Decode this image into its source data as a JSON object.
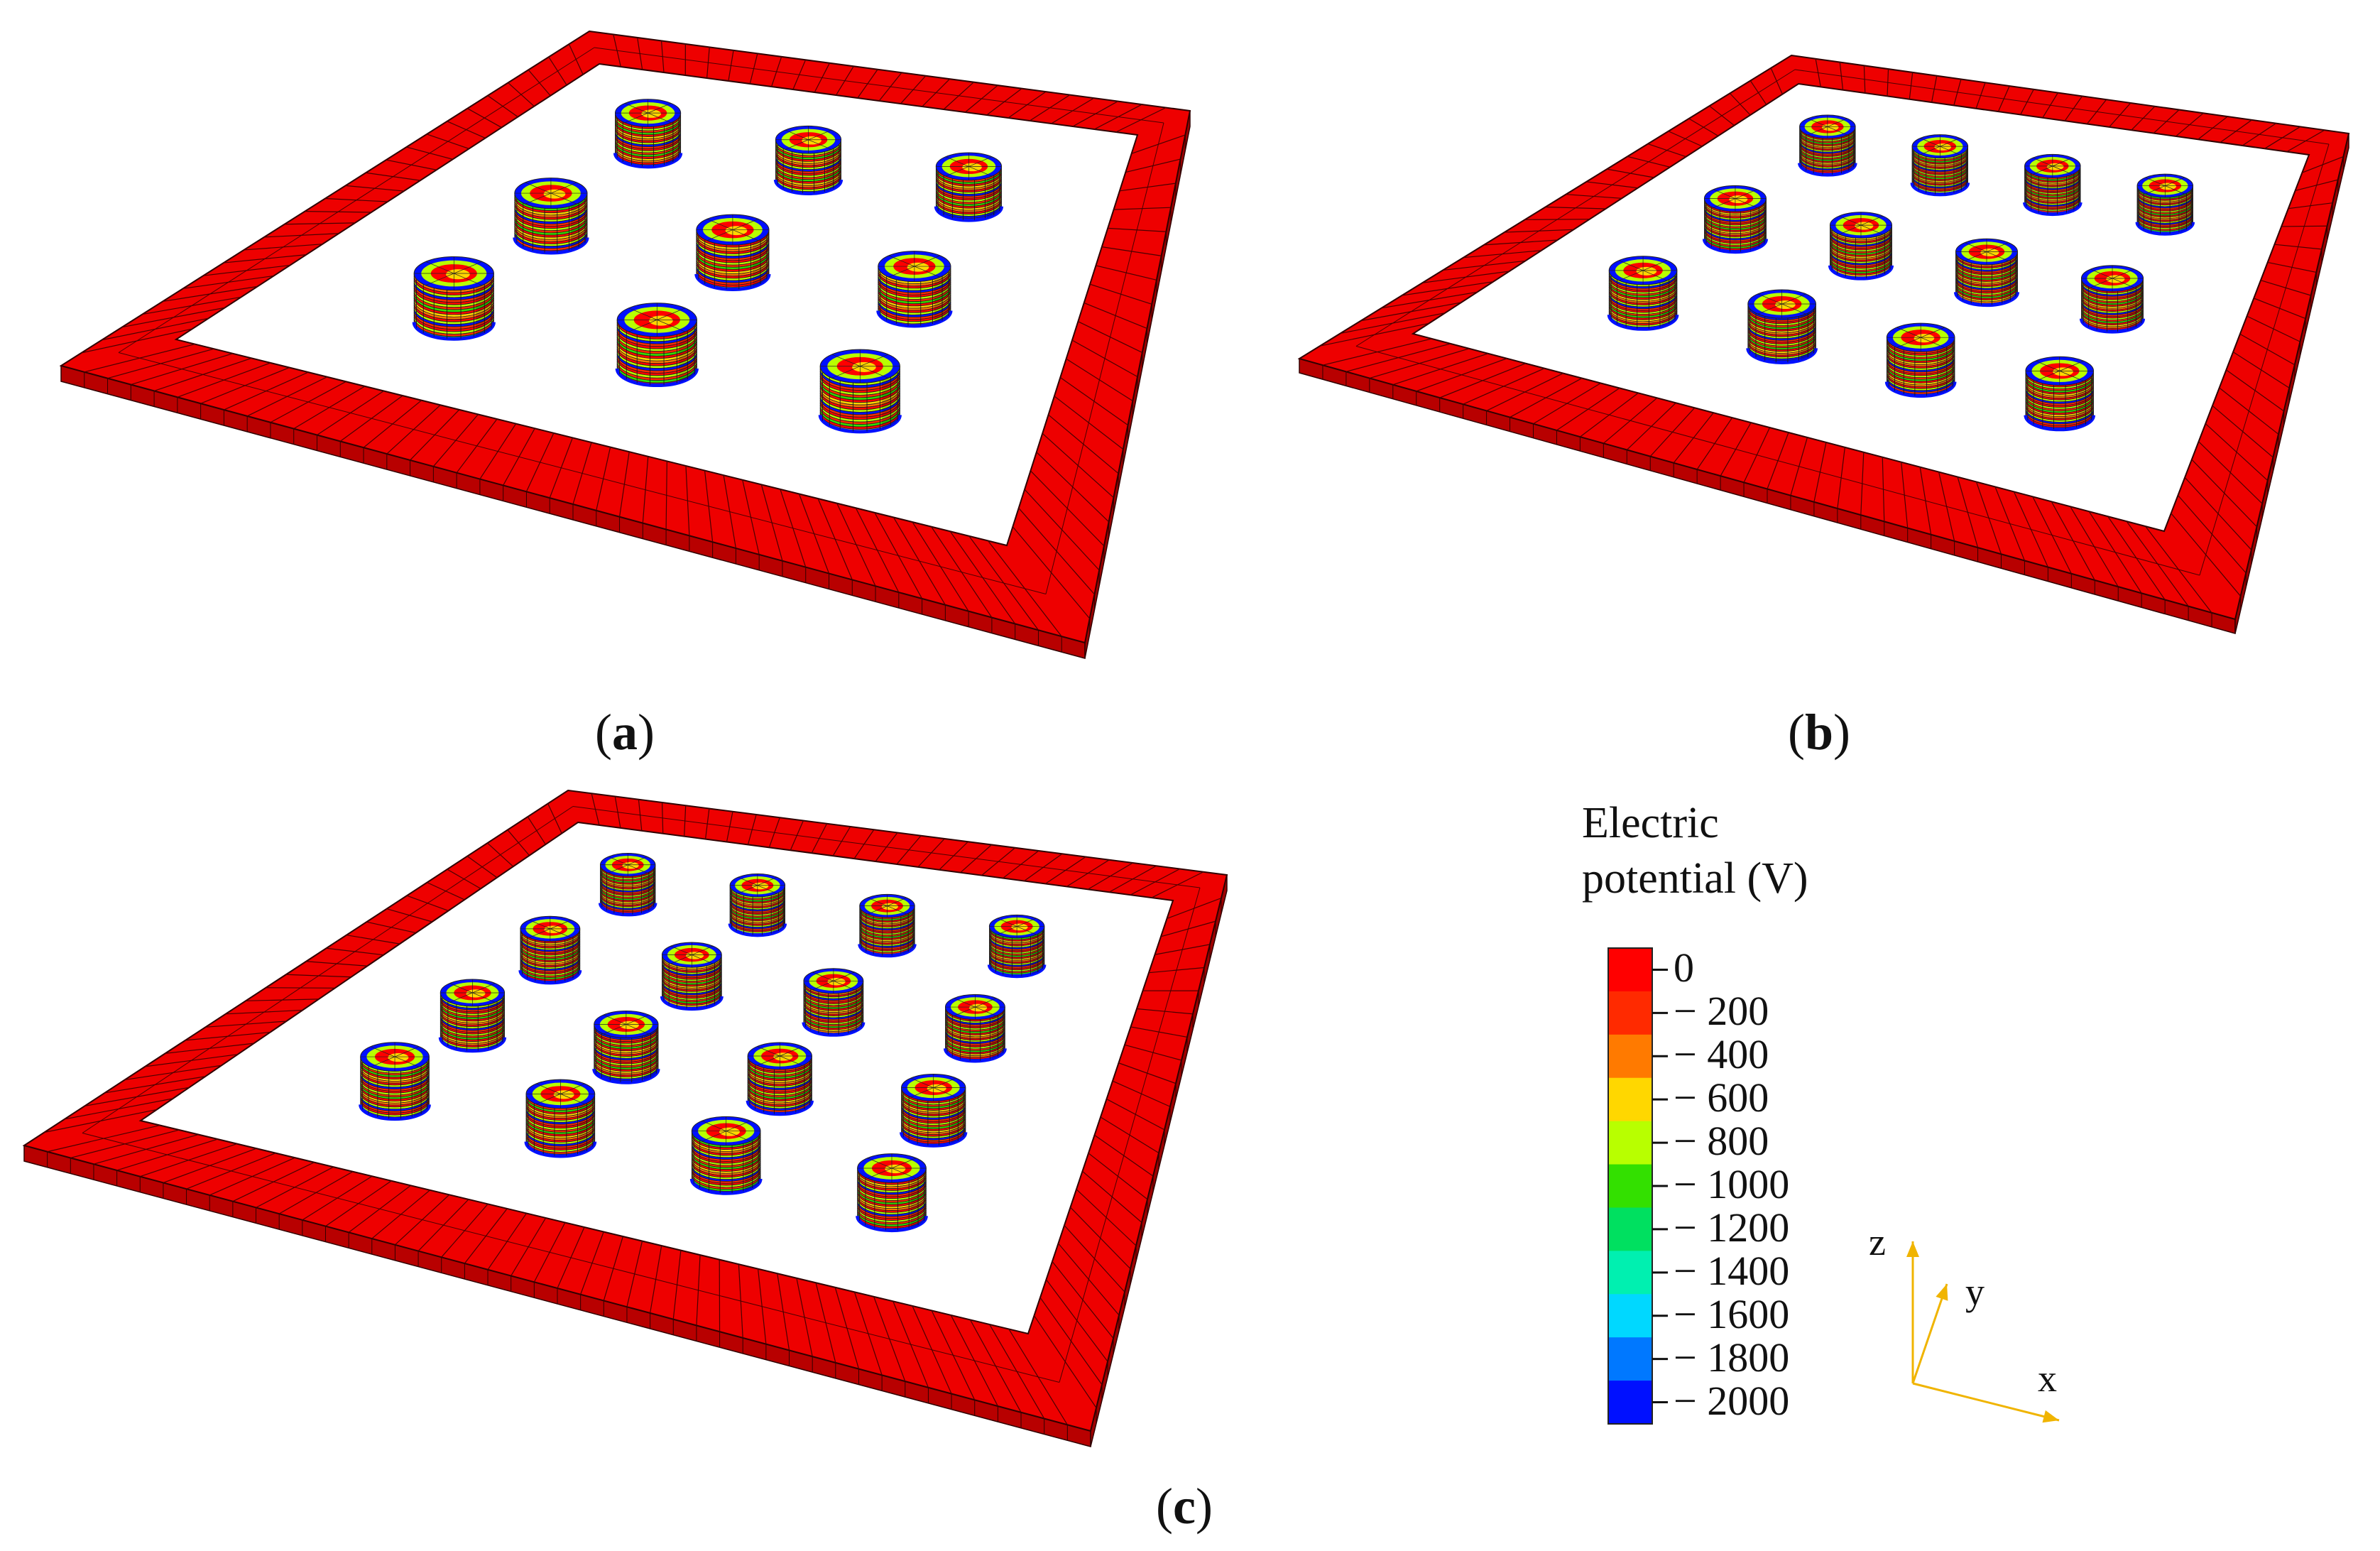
{
  "panels": [
    {
      "id": "a",
      "label": "a",
      "rows": 3,
      "cols": 3
    },
    {
      "id": "b",
      "label": "b",
      "rows": 3,
      "cols": 4
    },
    {
      "id": "c",
      "label": "c",
      "rows": 4,
      "cols": 4
    }
  ],
  "legend": {
    "title_line1": "Electric",
    "title_line2": "potential (V)",
    "ticks": [
      "0",
      "− 200",
      "− 400",
      "− 600",
      "− 800",
      "− 1000",
      "− 1200",
      "− 1400",
      "− 1600",
      "− 1800",
      "− 2000"
    ],
    "colors": [
      "#ff0000",
      "#ff2a00",
      "#ff7a00",
      "#ffd700",
      "#b8ff00",
      "#33e000",
      "#00e060",
      "#00f0b0",
      "#00d8ff",
      "#0078ff",
      "#0010ff"
    ]
  },
  "axes": {
    "x": "x",
    "y": "y",
    "z": "z",
    "color": "#f0b400"
  },
  "frame_color": "#ee0000"
}
